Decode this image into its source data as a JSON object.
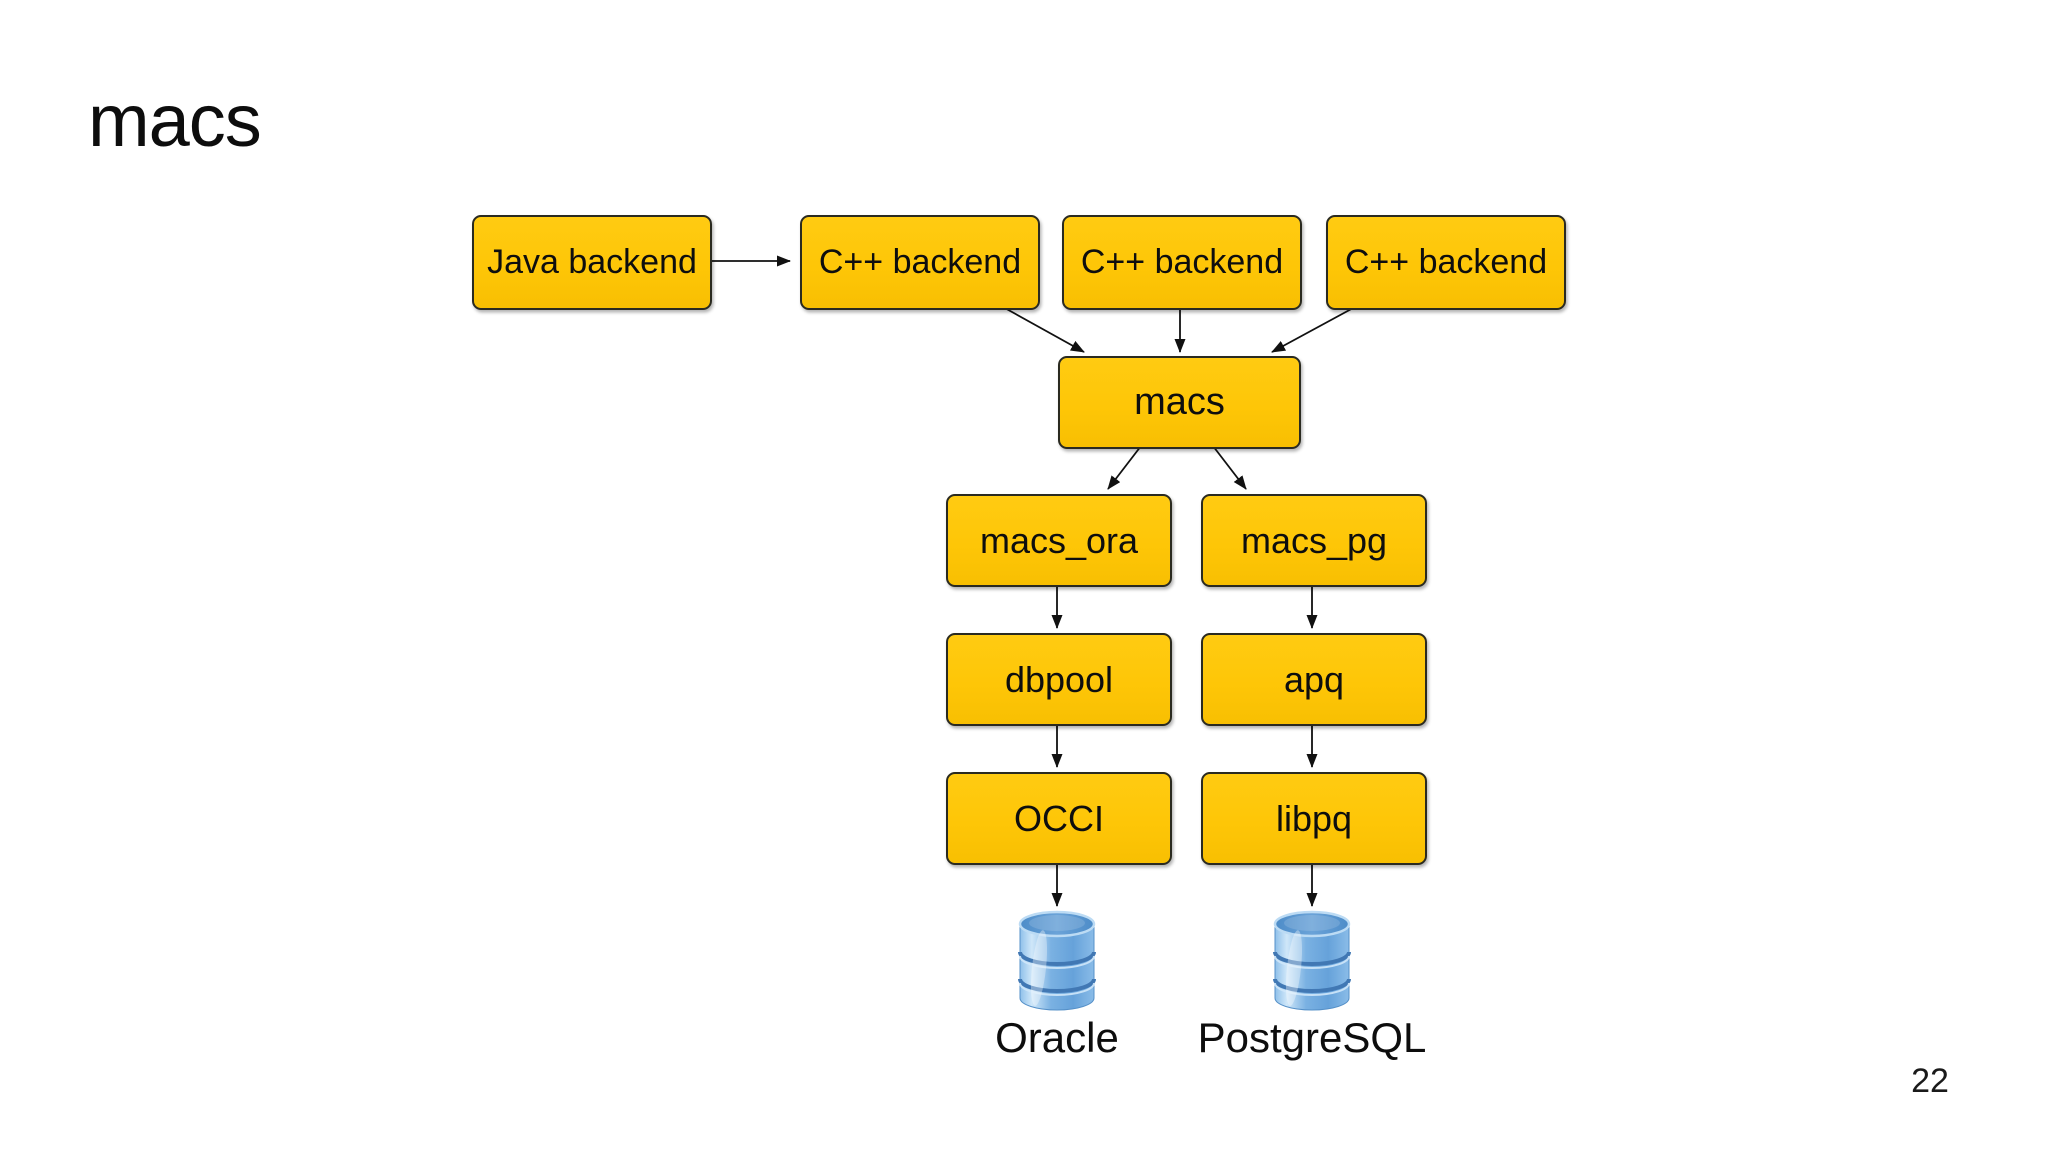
{
  "slide": {
    "title": "macs",
    "page_number": "22"
  },
  "diagram": {
    "nodes": [
      {
        "id": "java",
        "label": "Java backend"
      },
      {
        "id": "cpp1",
        "label": "C++ backend"
      },
      {
        "id": "cpp2",
        "label": "C++ backend"
      },
      {
        "id": "cpp3",
        "label": "C++ backend"
      },
      {
        "id": "macs",
        "label": "macs"
      },
      {
        "id": "macs_ora",
        "label": "macs_ora"
      },
      {
        "id": "macs_pg",
        "label": "macs_pg"
      },
      {
        "id": "dbpool",
        "label": "dbpool"
      },
      {
        "id": "apq",
        "label": "apq"
      },
      {
        "id": "occi",
        "label": "OCCI"
      },
      {
        "id": "libpq",
        "label": "libpq"
      }
    ],
    "databases": [
      {
        "id": "oracle",
        "label": "Oracle",
        "icon": "oracle-database-icon"
      },
      {
        "id": "postgresql",
        "label": "PostgreSQL",
        "icon": "postgresql-database-icon"
      }
    ],
    "edges": [
      {
        "from": "java",
        "to": "cpp1"
      },
      {
        "from": "cpp1",
        "to": "macs"
      },
      {
        "from": "cpp2",
        "to": "macs"
      },
      {
        "from": "cpp3",
        "to": "macs"
      },
      {
        "from": "macs",
        "to": "macs_ora"
      },
      {
        "from": "macs",
        "to": "macs_pg"
      },
      {
        "from": "macs_ora",
        "to": "dbpool"
      },
      {
        "from": "macs_pg",
        "to": "apq"
      },
      {
        "from": "dbpool",
        "to": "occi"
      },
      {
        "from": "apq",
        "to": "libpq"
      },
      {
        "from": "occi",
        "to": "oracle"
      },
      {
        "from": "libpq",
        "to": "postgresql"
      }
    ]
  },
  "colors": {
    "node_fill": "#fec607",
    "node_border": "#2a2a20",
    "arrow": "#111111",
    "db_cylinder_mid": "#6fa9de",
    "db_cylinder_light": "#c8e2f6",
    "db_cylinder_dark": "#4178b4",
    "background": "#ffffff"
  }
}
